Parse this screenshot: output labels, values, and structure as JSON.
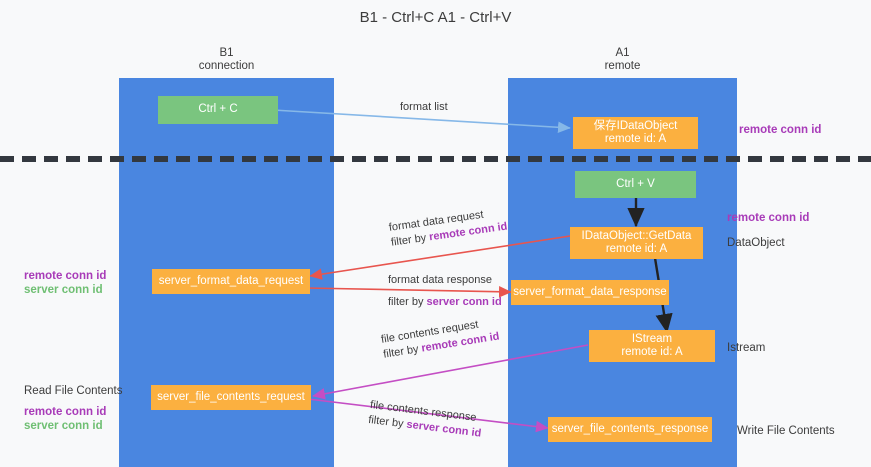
{
  "title": {
    "line1": "B1 - Ctrl+C",
    "line2": "A1 - Ctrl+V"
  },
  "lanes": [
    {
      "id": "b1",
      "name": "B1",
      "role": "connection"
    },
    {
      "id": "a1",
      "name": "A1",
      "role": "remote"
    }
  ],
  "colors": {
    "lane": "#4a86e0",
    "green_box": "#7ac57f",
    "orange_box": "#fbb040",
    "purple_text": "#a83bb8",
    "green_text": "#6fbf73",
    "background": "#f8f9fa",
    "divider": "#33383f",
    "arrow_blue": "#86b8e8",
    "arrow_red": "#e8554e",
    "arrow_magenta": "#c44ec4",
    "arrow_black": "#222222"
  },
  "boxes": {
    "ctrl_c": {
      "label": "Ctrl + C"
    },
    "save_idataobject": {
      "line1": "保存IDataObject",
      "line2": "remote id: A"
    },
    "ctrl_v": {
      "label": "Ctrl + V"
    },
    "getdata": {
      "line1": "IDataObject::GetData",
      "line2": "remote id: A"
    },
    "server_format_data_request": {
      "label": "server_format_data_request"
    },
    "server_format_data_response": {
      "label": "server_format_data_response"
    },
    "istream": {
      "line1": "IStream",
      "line2": "remote id: A"
    },
    "server_file_contents_request": {
      "label": "server_file_contents_request"
    },
    "server_file_contents_response": {
      "label": "server_file_contents_response"
    }
  },
  "side_labels": {
    "remote_conn_id_top": "remote conn id",
    "remote_conn_id_getdata": "remote conn id",
    "dataobject": "DataObject",
    "istream": "Istream",
    "write_file_contents": "Write File Contents",
    "read_file_contents": "Read File Contents",
    "left_remote_conn_id_1": "remote conn id",
    "left_server_conn_id_1": "server conn id",
    "left_remote_conn_id_2": "remote conn id",
    "left_server_conn_id_2": "server conn id"
  },
  "arrow_labels": {
    "format_list": "format list",
    "format_data_request": "format data request",
    "format_data_request_filter_prefix": "filter by ",
    "format_data_request_filter_key": "remote conn id",
    "format_data_response": "format data response",
    "format_data_response_filter_prefix": "filter by ",
    "format_data_response_filter_key": "server conn id",
    "file_contents_request": "file contents request",
    "file_contents_request_filter_prefix": "filter by ",
    "file_contents_request_filter_key": "remote conn id",
    "file_contents_response": "file contents response",
    "file_contents_response_filter_prefix": "filter by ",
    "file_contents_response_filter_key": "server conn id"
  }
}
